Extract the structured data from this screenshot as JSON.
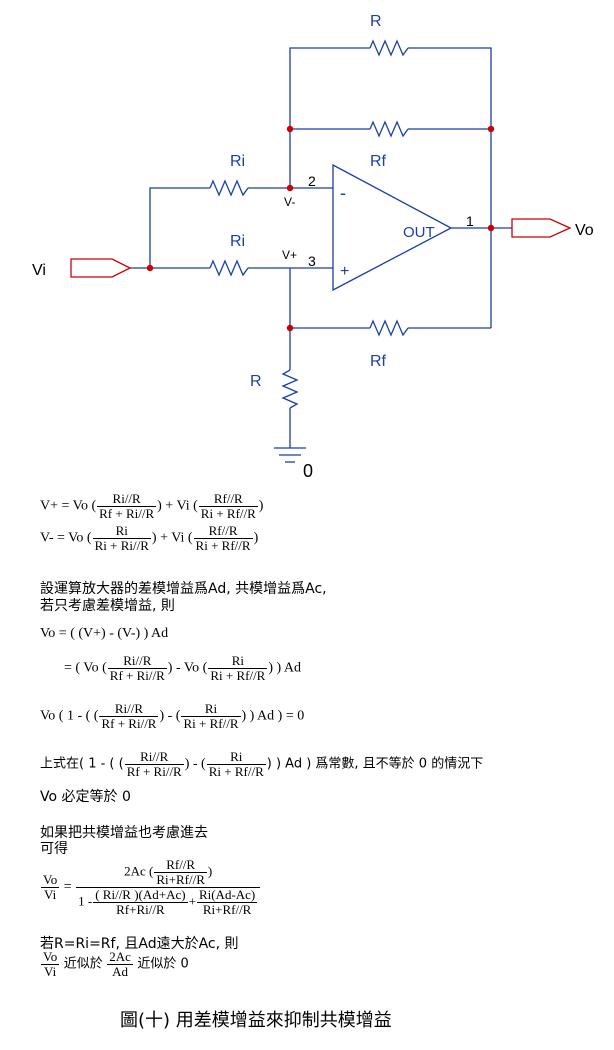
{
  "circuit": {
    "resistor_top": "R",
    "resistor_ri_upper": "Ri",
    "resistor_rf_upper": "Rf",
    "resistor_ri_lower": "Ri",
    "resistor_rf_lower": "Rf",
    "resistor_ground": "R",
    "ground_node": "0",
    "input_label": "Vi",
    "output_label": "Vo",
    "opamp_out": "OUT",
    "pin_inverting": "2",
    "pin_noninverting": "3",
    "pin_output": "1",
    "minus_sign": "-",
    "plus_sign": "+",
    "node_vminus": "V-",
    "node_vplus": "V+"
  },
  "equations": {
    "vplus": {
      "lhs": "V+ = Vo (",
      "f1n": "Ri//R",
      "f1d": "Rf + Ri//R",
      "mid": ") + Vi (",
      "f2n": "Rf//R",
      "f2d": "Ri + Rf//R",
      "end": ")"
    },
    "vminus": {
      "lhs": "V- = Vo (",
      "f1n": "Ri",
      "f1d": "Ri + Ri//R",
      "mid": ") + Vi (",
      "f2n": "Rf//R",
      "f2d": "Ri + Rf//R",
      "end": ")"
    },
    "text1_line1": "設運算放大器的差模增益爲Ad, 共模增益爲Ac,",
    "text1_line2": "若只考慮差模增益, 則",
    "vo_line1": "Vo = ( (V+) - (V-) ) Ad",
    "vo_line2": {
      "lhs": "= ( Vo (",
      "f1n": "Ri//R",
      "f1d": "Rf + Ri//R",
      "mid": ") - Vo (",
      "f2n": "Ri",
      "f2d": "Ri + Rf//R",
      "end": ") ) Ad"
    },
    "vo_line3": {
      "lhs": "Vo ( 1 - ( (",
      "f1n": "Ri//R",
      "f1d": "Rf + Ri//R",
      "mid": ") - (",
      "f2n": "Ri",
      "f2d": "Ri + Rf//R",
      "end": ") ) Ad ) = 0"
    },
    "cond": {
      "lhs": "上式在( 1 - ( (",
      "f1n": "Ri//R",
      "f1d": "Rf + Ri//R",
      "mid": ") - (",
      "f2n": "Ri",
      "f2d": "Ri + Rf//R",
      "end": ") ) Ad ) 爲常數, 且不等於 0 的情況下"
    },
    "vo_zero": "Vo 必定等於 0",
    "text2_line1": "如果把共模增益也考慮進去",
    "text2_line2": "可得",
    "gain": {
      "lhs_n": "Vo",
      "lhs_d": "Vi",
      "eq": "=",
      "num_pre": "2Ac (",
      "num_fn": "Rf//R",
      "num_fd": "Ri+Rf//R",
      "num_post": ")",
      "den_pre": "1 -",
      "den_f1n": "( Ri//R )(Ad+Ac)",
      "den_f1d": "Rf+Ri//R",
      "den_plus": "+",
      "den_f2n": "Ri(Ad-Ac)",
      "den_f2d": "Ri+Rf//R"
    },
    "cond2": "若R=Ri=Rf, 且Ad遠大於Ac, 則",
    "approx": {
      "lhs_n": "Vo",
      "lhs_d": "Vi",
      "t1": "近似於",
      "mn": "2Ac",
      "md": "Ad",
      "t2": "近似於 0"
    }
  },
  "caption": "圖(十)  用差模增益來抑制共模增益",
  "colors": {
    "label_blue": "#1a3fa6",
    "wire": "#1a3fa6",
    "node": "#cc0000"
  }
}
